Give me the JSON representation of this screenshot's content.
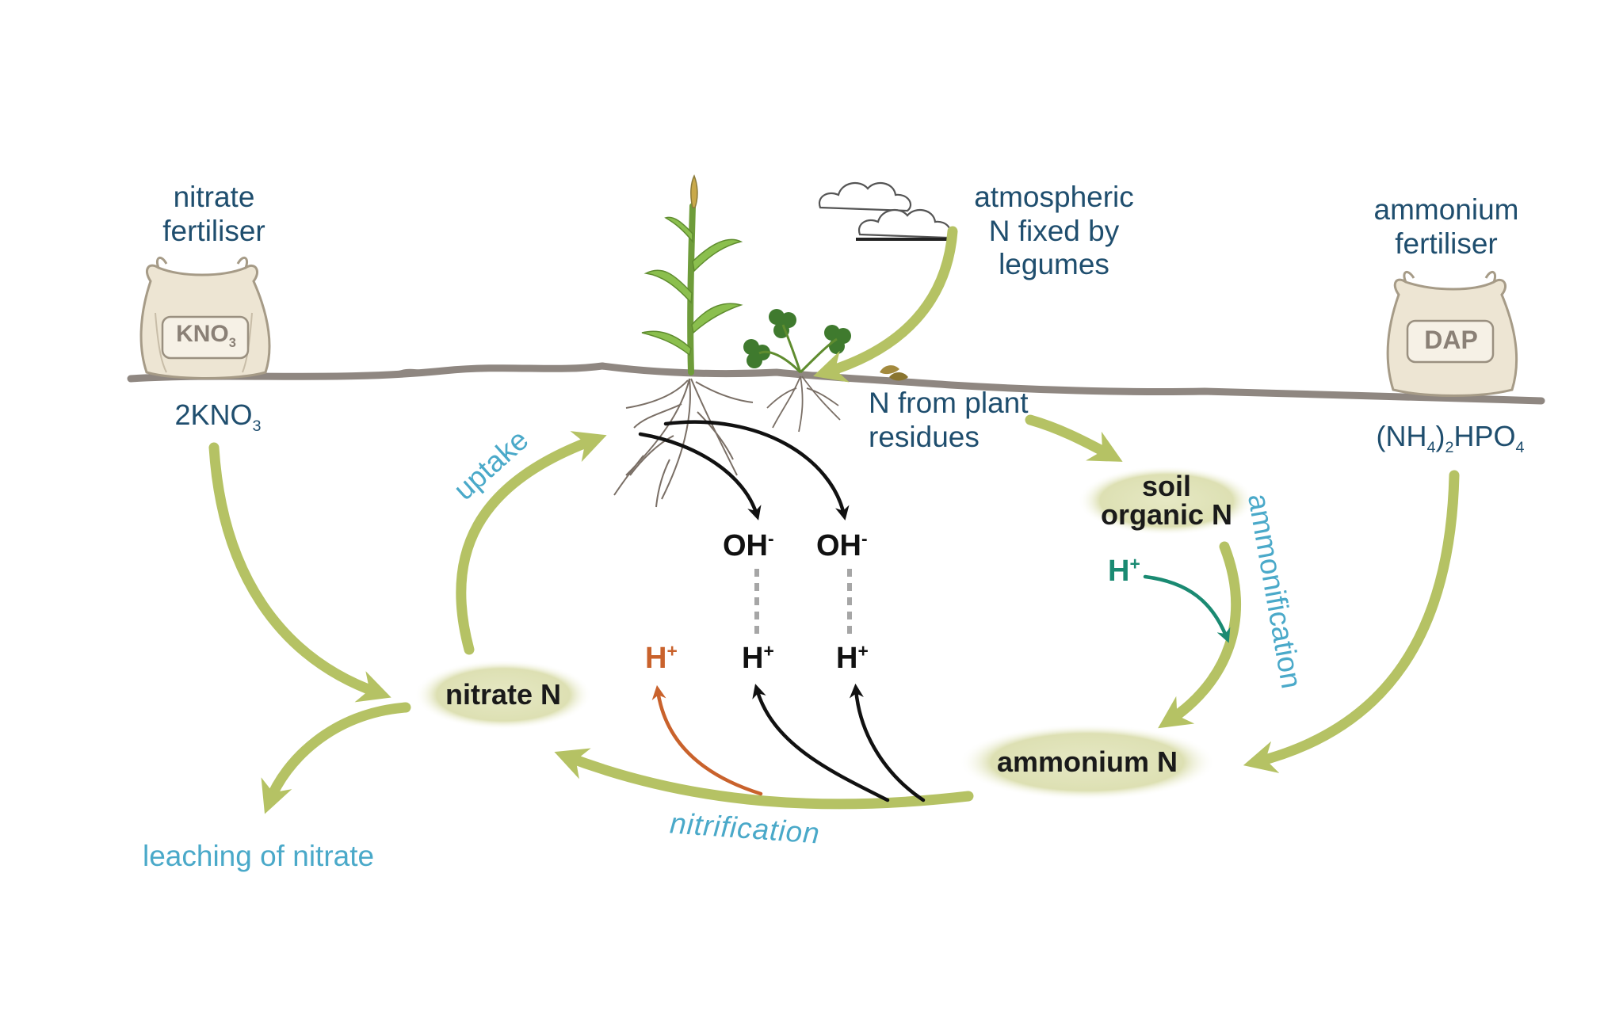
{
  "labels": {
    "nitrate_fertiliser": [
      "nitrate",
      "fertiliser"
    ],
    "atmospheric": [
      "atmospheric",
      "N fixed by",
      "legumes"
    ],
    "ammonium_fertiliser": [
      "ammonium",
      "fertiliser"
    ],
    "kno3_formula": {
      "pre": "2KNO",
      "sub": "3"
    },
    "dap_formula": {
      "p1": "(NH",
      "s1": "4",
      "p2": ")",
      "s2": "2",
      "p3": "HPO",
      "s3": "4"
    },
    "plant_residues": [
      "N from plant",
      "residues"
    ],
    "uptake": "uptake",
    "ammonification": "ammonification",
    "nitrification": "nitrification",
    "leaching": "leaching of nitrate"
  },
  "bags": {
    "kno3": {
      "pre": "KNO",
      "sub": "3"
    },
    "dap": "DAP"
  },
  "nodes": {
    "soil_organic": [
      "soil",
      "organic N"
    ],
    "nitrate": "nitrate N",
    "ammonium": "ammonium N"
  },
  "ions": {
    "oh_base": "OH",
    "oh_charge": "-",
    "h_base": "H",
    "h_charge": "+"
  },
  "colors": {
    "arrow_green": "#b5c264",
    "node_fill": "#dde0b3",
    "ground": "#8f8781",
    "navy_text": "#1f4e6e",
    "cyan_text": "#4aa9c9",
    "orange": "#c9622c",
    "teal": "#1a8a72",
    "black": "#111111"
  }
}
